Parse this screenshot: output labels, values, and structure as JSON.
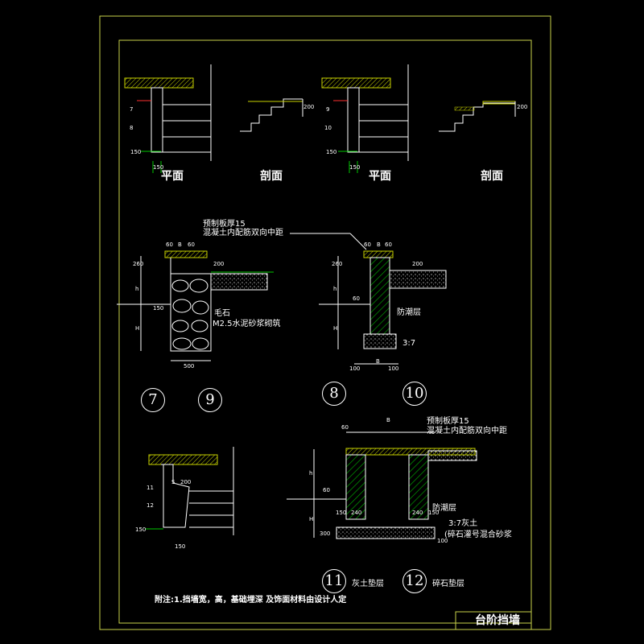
{
  "drawing": {
    "title_block": "台阶挡墙",
    "note": "附注:1.挡墙宽，高，基础埋深 及饰面材料由设计人定"
  },
  "top_views": {
    "plan_label_1": "平面",
    "section_label_1": "剖面",
    "plan_label_2": "平面",
    "section_label_2": "剖面",
    "marks_left": [
      "7",
      "8"
    ],
    "marks_right": [
      "9",
      "10"
    ],
    "dim_150_a": "150",
    "dim_150_b": "150",
    "dim_150_c": "150",
    "dim_150_d": "150",
    "dim_200_a": "200",
    "dim_200_b": "200"
  },
  "detail_a": {
    "note_line1": "预制板厚15",
    "note_line2": "混凝土内配筋双向中距",
    "dims_top": [
      "60",
      "B",
      "60"
    ],
    "dim_260": "260",
    "dim_200": "200",
    "dim_h": "h",
    "dim_H": "H",
    "dim_150": "150",
    "dim_500": "500",
    "label_stone": "毛石",
    "label_mortar": "M2.5水泥砂浆砌筑"
  },
  "detail_b": {
    "dims_top": [
      "60",
      "B",
      "60"
    ],
    "dim_260": "260",
    "dim_200": "200",
    "dim_h": "h",
    "dim_H": "H",
    "dim_60": "60",
    "dim_100a": "100",
    "dim_100b": "100",
    "dim_B": "B",
    "label_dpc": "防潮层",
    "label_37": "3:7"
  },
  "circles": [
    "7",
    "9",
    "8",
    "10",
    "11",
    "12"
  ],
  "detail_c": {
    "marks": [
      "11",
      "12"
    ],
    "dim_200": "200",
    "dim_S": "S",
    "dim_150a": "150",
    "dim_150b": "150"
  },
  "detail_d": {
    "note_line1": "预制板厚15",
    "note_line2": "混凝土内配筋双向中距",
    "dim_B": "B",
    "dim_60": "60",
    "dim_h": "h",
    "dim_60b": "60",
    "dim_H": "H",
    "dim_300": "300",
    "dims_bottom": [
      "150",
      "240",
      "240",
      "150"
    ],
    "dim_100": "100",
    "label_dpc": "防潮层",
    "label_lime": "3:7灰土",
    "label_gravel": "(碎石灌号混合砂浆"
  },
  "legend": {
    "label_11": "灰土垫层",
    "label_12": "碎石垫层"
  },
  "colors": {
    "border": "#c8d24a",
    "line": "#ffffff",
    "hatch": "#c8d200",
    "fill_green": "#00c800",
    "accent_red": "#ff3030"
  }
}
